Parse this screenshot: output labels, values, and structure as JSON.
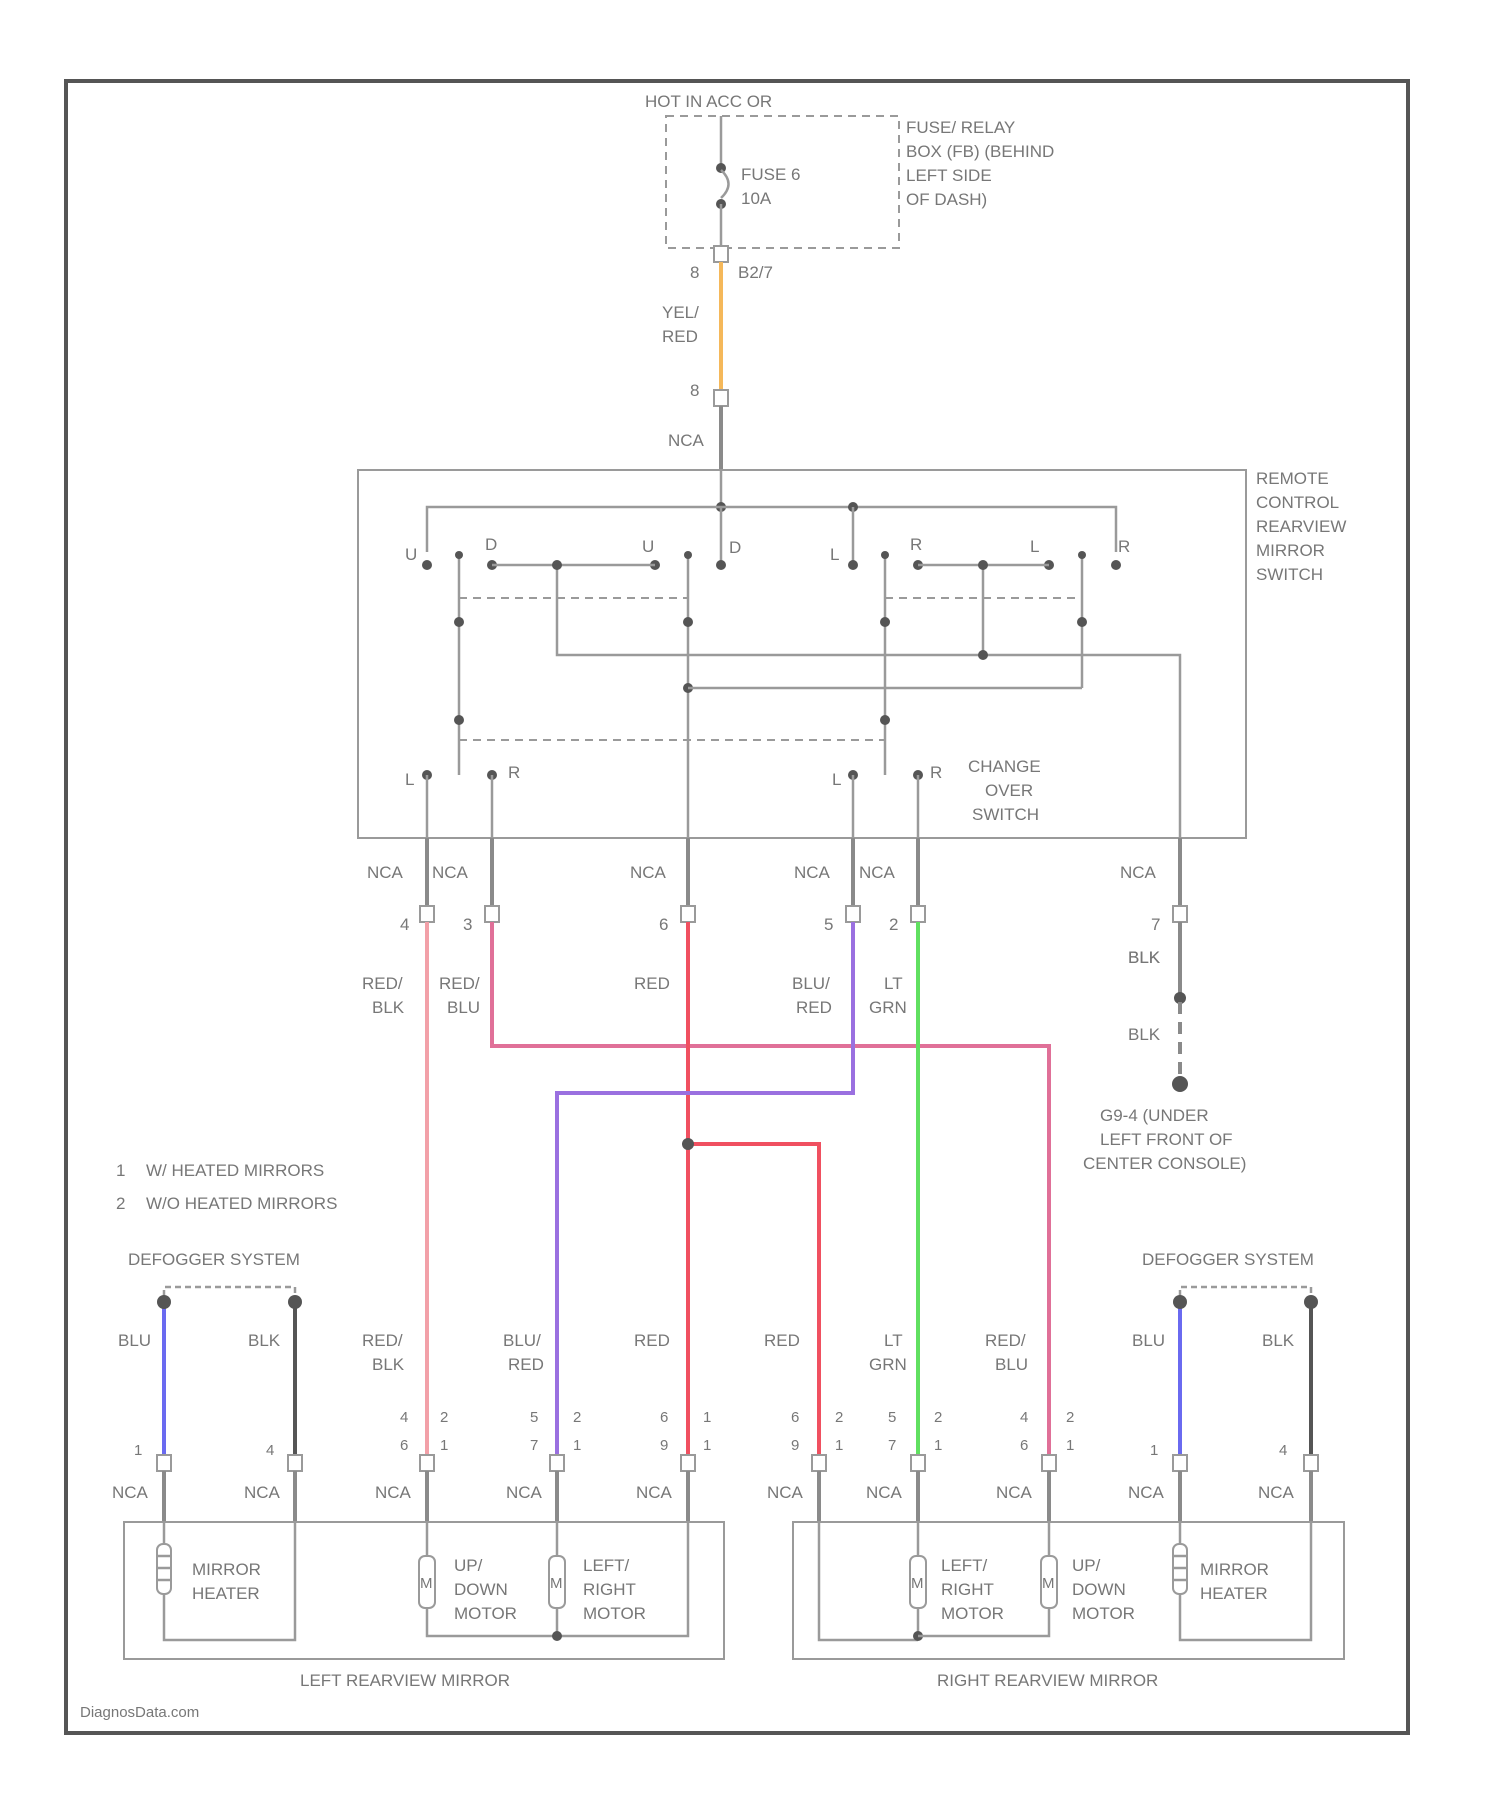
{
  "colors": {
    "yel_red": "#f5b85a",
    "red_blk": "#f2a0a8",
    "red_blu": "#e07098",
    "red": "#f05060",
    "blu_red": "#9a70e0",
    "lt_grn": "#60e060",
    "blu": "#6a6af0",
    "blk": "#555555",
    "gray": "#8a8a8a"
  },
  "power": {
    "hot_label": "HOT IN ACC OR"
  },
  "fuse_box": {
    "fuse": "FUSE 6",
    "rating": "10A",
    "desc_1": "FUSE/ RELAY",
    "desc_2": "BOX (FB) (BEHIND",
    "desc_3": "LEFT SIDE",
    "desc_4": "OF DASH)",
    "pin": "8",
    "connector": "B2/7"
  },
  "wire_yel_red_1": "YEL/",
  "wire_yel_red_2": "RED",
  "switch": {
    "pin_top": "8",
    "nca_top": "NCA",
    "title_1": "REMOTE",
    "title_2": "CONTROL",
    "title_3": "REARVIEW",
    "title_4": "MIRROR",
    "title_5": "SWITCH",
    "contacts": [
      "U",
      "D",
      "U",
      "D",
      "L",
      "R",
      "L",
      "R"
    ],
    "changeover": [
      "L",
      "R",
      "L",
      "R"
    ],
    "changeover_1": "CHANGE",
    "changeover_2": "OVER",
    "changeover_3": "SWITCH"
  },
  "outputs": [
    {
      "nca": "NCA",
      "pin": "4",
      "wire_1": "RED/",
      "wire_2": "BLK"
    },
    {
      "nca": "NCA",
      "pin": "3",
      "wire_1": "RED/",
      "wire_2": "BLU"
    },
    {
      "nca": "NCA",
      "pin": "6",
      "wire_1": "RED",
      "wire_2": ""
    },
    {
      "nca": "NCA",
      "pin": "5",
      "wire_1": "BLU/",
      "wire_2": "RED"
    },
    {
      "nca": "NCA",
      "pin": "2",
      "wire_1": "LT",
      "wire_2": "GRN"
    },
    {
      "nca": "NCA",
      "pin": "7",
      "wire_1": "BLK",
      "wire_2": ""
    }
  ],
  "ground": {
    "wire_1": "BLK",
    "wire_2": "BLK",
    "label_1": "G9-4 (UNDER",
    "label_2": "LEFT FRONT OF",
    "label_3": "CENTER CONSOLE)"
  },
  "notes": [
    {
      "num": "1",
      "text": "W/ HEATED MIRRORS"
    },
    {
      "num": "2",
      "text": "W/O HEATED MIRRORS"
    }
  ],
  "defogger": "DEFOGGER SYSTEM",
  "bottom_wires": [
    {
      "w1": "BLU",
      "w2": ""
    },
    {
      "w1": "BLK",
      "w2": ""
    },
    {
      "w1": "RED/",
      "w2": "BLK"
    },
    {
      "w1": "BLU/",
      "w2": "RED"
    },
    {
      "w1": "RED",
      "w2": ""
    },
    {
      "w1": "RED",
      "w2": ""
    },
    {
      "w1": "LT",
      "w2": "GRN"
    },
    {
      "w1": "RED/",
      "w2": "BLU"
    },
    {
      "w1": "BLU",
      "w2": ""
    },
    {
      "w1": "BLK",
      "w2": ""
    }
  ],
  "mirror_pins": [
    {
      "a": "1",
      "b": "",
      "c": "",
      "d": ""
    },
    {
      "a": "4",
      "b": "",
      "c": "",
      "d": ""
    },
    {
      "a": "4",
      "b": "2",
      "c": "6",
      "d": "1"
    },
    {
      "a": "5",
      "b": "2",
      "c": "7",
      "d": "1"
    },
    {
      "a": "6",
      "b": "1",
      "c": "9",
      "d": "1"
    },
    {
      "a": "6",
      "b": "2",
      "c": "9",
      "d": "1"
    },
    {
      "a": "5",
      "b": "2",
      "c": "7",
      "d": "1"
    },
    {
      "a": "4",
      "b": "2",
      "c": "6",
      "d": "1"
    },
    {
      "a": "1",
      "b": "",
      "c": "",
      "d": ""
    },
    {
      "a": "4",
      "b": "",
      "c": "",
      "d": ""
    }
  ],
  "nca": "NCA",
  "left_mirror": {
    "title": "LEFT REARVIEW MIRROR",
    "heater_1": "MIRROR",
    "heater_2": "HEATER",
    "ud_1": "UP/",
    "ud_2": "DOWN",
    "ud_3": "MOTOR",
    "lr_1": "LEFT/",
    "lr_2": "RIGHT",
    "lr_3": "MOTOR"
  },
  "right_mirror": {
    "title": "RIGHT REARVIEW MIRROR",
    "lr_1": "LEFT/",
    "lr_2": "RIGHT",
    "lr_3": "MOTOR",
    "ud_1": "UP/",
    "ud_2": "DOWN",
    "ud_3": "MOTOR",
    "heater_1": "MIRROR",
    "heater_2": "HEATER"
  },
  "motor_m": "M",
  "footer": "DiagnosData.com"
}
